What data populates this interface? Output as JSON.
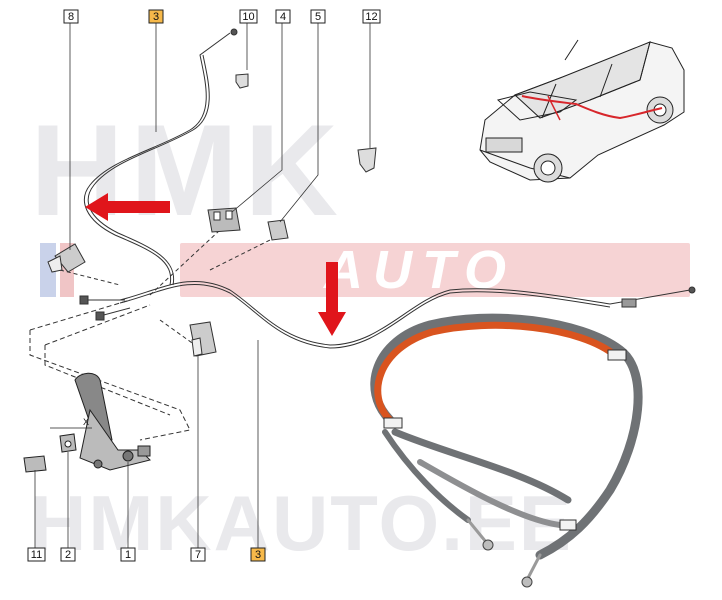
{
  "watermark": {
    "top_text": "HMK",
    "band_text": "AUTO",
    "bottom_text": "HMKAUTO.EE"
  },
  "callouts": [
    {
      "id": "8",
      "label": "8",
      "highlight": false
    },
    {
      "id": "3a",
      "label": "3",
      "highlight": true
    },
    {
      "id": "10",
      "label": "10",
      "highlight": false
    },
    {
      "id": "4",
      "label": "4",
      "highlight": false
    },
    {
      "id": "5",
      "label": "5",
      "highlight": false
    },
    {
      "id": "12",
      "label": "12",
      "highlight": false
    },
    {
      "id": "11",
      "label": "11",
      "highlight": false
    },
    {
      "id": "2",
      "label": "2",
      "highlight": false
    },
    {
      "id": "1",
      "label": "1",
      "highlight": false
    },
    {
      "id": "7",
      "label": "7",
      "highlight": false
    },
    {
      "id": "3b",
      "label": "3",
      "highlight": true
    }
  ],
  "dimension_label": "X",
  "colors": {
    "highlight": "#f7b94a",
    "arrow": "#e0151b",
    "cable_orange": "#d9541f",
    "cable_grey": "#6f7275",
    "watermark": "#e9e9ec",
    "band_blue": "#1a3a8a",
    "band_red": "#d7262b"
  },
  "icons": [
    "car-illustration-icon",
    "handbrake-lever-icon",
    "red-arrow-icon"
  ]
}
